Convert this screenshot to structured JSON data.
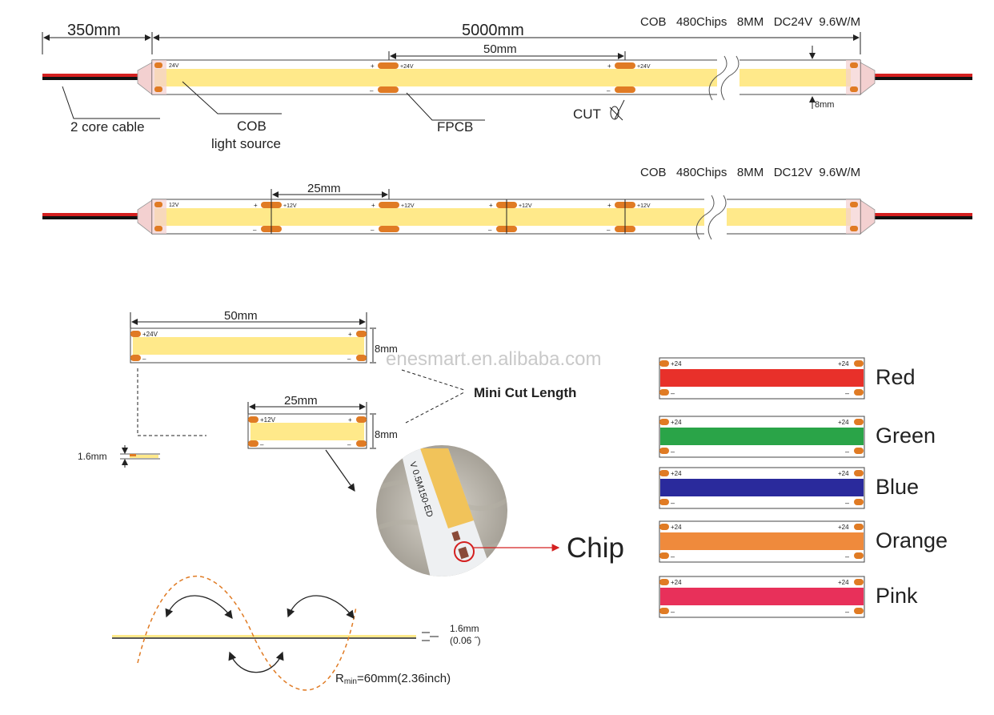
{
  "strip_24v": {
    "spec": "COB   480Chips   8MM   DC24V  9.6W/M",
    "cable_length": "350mm",
    "strip_length": "5000mm",
    "segment_length": "50mm",
    "pad_plus": "+",
    "pad_minus": "–",
    "pad_voltage": "+24V",
    "end_voltage": "24V",
    "label_cable": "2 core cable",
    "label_cob_1": "COB",
    "label_cob_2": "light source",
    "label_fpcb": "FPCB",
    "label_cut": "CUT",
    "width": "8mm"
  },
  "strip_12v": {
    "spec": "COB   480Chips   8MM   DC12V  9.6W/M",
    "segment_length": "25mm",
    "pad_voltage": "+12V",
    "end_voltage": "12V"
  },
  "mini_cut": {
    "len_24": "50mm",
    "len_12": "25mm",
    "width": "8mm",
    "pad_24": "+24V",
    "pad_12": "+12V",
    "title": "Mini Cut Length",
    "thickness": "1.6mm"
  },
  "watermark": "enesmart.en.alibaba.com",
  "chip": {
    "label": "Chip",
    "photo_text": "V 0.5M150-ED"
  },
  "bend": {
    "thickness": "1.6mm",
    "thickness_in": "(0.06 ˝)",
    "r_prefix": "R",
    "r_sub": "min",
    "r_value": "=60mm(2.36inch)"
  },
  "colors": [
    {
      "name": "Red",
      "hex": "#e8302a",
      "pad": "+24"
    },
    {
      "name": "Green",
      "hex": "#2aa448",
      "pad": "+24"
    },
    {
      "name": "Blue",
      "hex": "#2a2a9c",
      "pad": "+24"
    },
    {
      "name": "Orange",
      "hex": "#ef8a3c",
      "pad": "+24"
    },
    {
      "name": "Pink",
      "hex": "#e8305a",
      "pad": "+24"
    }
  ],
  "palette": {
    "cob_yellow": "#ffe98a",
    "pad_orange": "#e07b24",
    "cable_red": "#d42020",
    "cable_black": "#111111"
  }
}
